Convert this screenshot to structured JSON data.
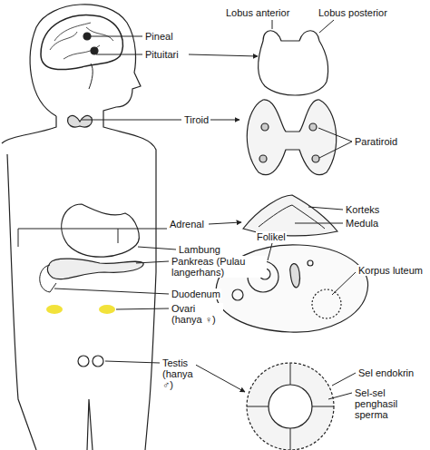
{
  "diagram": {
    "labels": [
      "Pineal",
      "Lobus anterior",
      "Lobus posterior",
      "Pituitari",
      "Tiroid",
      "Paratiroid",
      "Korteks",
      "Medula",
      "Adrenal",
      "Lambung",
      "Pankreas (Pulau langerhans)",
      "Duodenum",
      "Folikel",
      "Korpus luteum",
      "Ovari (hanya ♀)",
      "Testis (hanya ♂)",
      "Sel endokrin",
      "Sel-sel penghasil sperma"
    ]
  }
}
